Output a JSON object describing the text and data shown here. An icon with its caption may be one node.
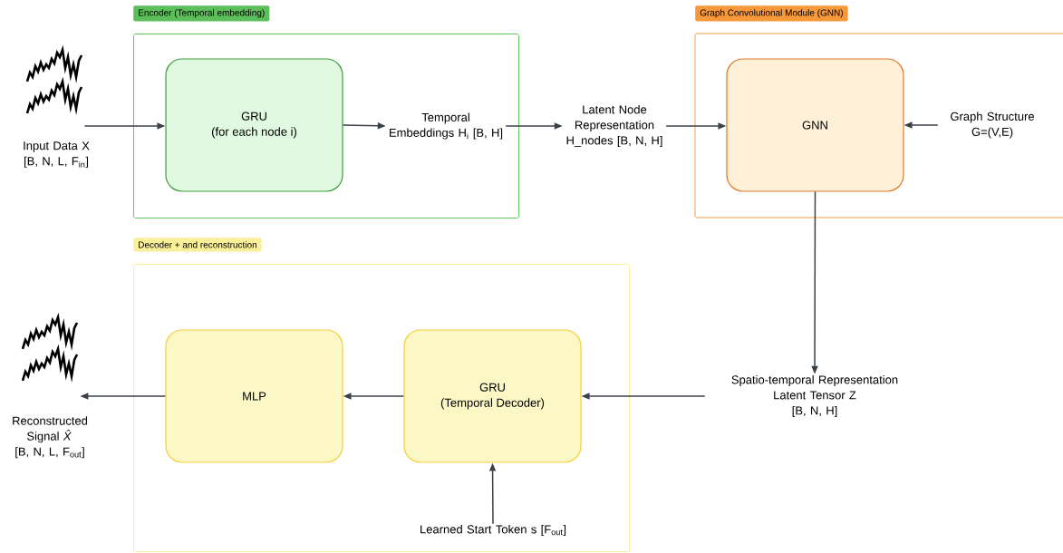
{
  "diagram": {
    "nodes": [
      {
        "text": [],
        "shape": "picture",
        "beside": [
          "Input Data X",
          "[B, N, L, F$_{in}$]"
        ]
      },
      {
        "text": [
          "Encoder (Temporal embedding)"
        ]
      },
      {
        "text": [
          "GRU",
          "(for each node i)"
        ],
        "in": 1
      },
      {
        "text": [
          "Temporal Embeddings H$_{i}$ [B, H]"
        ],
        "in": 1
      },
      {
        "text": [
          "Latent Node Representation H_nodes [B, N, H]"
        ]
      },
      {
        "text": [
          "Graph Convolutional Module (GNN)"
        ]
      },
      {
        "text": [
          "GNN"
        ],
        "in": 5
      },
      {
        "text": [
          "Graph Structure G=(V,E)"
        ],
        "in": 5
      },
      {
        "text": [
          "Decoder + and reconstruction"
        ]
      },
      {
        "text": [],
        "shape": "picture",
        "beside": [
          "Reconstructed Signal *X̂*",
          "[B, N, L, F$_{out}$]"
        ]
      },
      {
        "text": [
          "MLP"
        ],
        "in": 8
      },
      {
        "text": [
          "GRU",
          "(Temporal Decoder)"
        ],
        "in": 8
      },
      {
        "text": [
          "Learned Start Token s [F$_{out}$]"
        ],
        "in": 8
      },
      {
        "text": [
          "Spatio-temporal Representation",
          "Latent Tensor Z",
          "[B, N, H]"
        ]
      }
    ],
    "edges": [
      {
        "from": 0,
        "to": 2,
        "arrow": "to"
      },
      {
        "from": 2,
        "to": 3,
        "arrow": "to"
      },
      {
        "from": 3,
        "to": 4,
        "arrow": "to"
      },
      {
        "from": 4,
        "to": 6,
        "arrow": "to"
      },
      {
        "from": 7,
        "to": 6,
        "arrow": "to"
      },
      {
        "from": 6,
        "to": 13,
        "arrow": "to"
      },
      {
        "from": 13,
        "to": 11,
        "arrow": "to"
      },
      {
        "from": 11,
        "to": 10,
        "arrow": "to"
      },
      {
        "from": 10,
        "to": 9,
        "arrow": "to"
      },
      {
        "from": 12,
        "to": 11,
        "arrow": "to"
      }
    ]
  }
}
